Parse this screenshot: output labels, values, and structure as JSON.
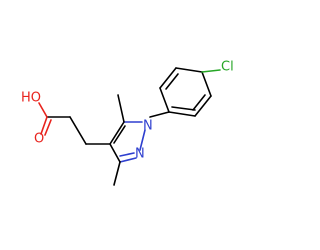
{
  "molecule": {
    "atoms": {
      "hydroxyl": {
        "text": "HO"
      },
      "carbonyl_oxygen": {
        "text": "O"
      },
      "ring_nitrogen_1": {
        "text": "N"
      },
      "ring_nitrogen_2": {
        "text": "N"
      },
      "chlorine": {
        "text": "Cl"
      }
    },
    "colors": {
      "bond": "#000000",
      "oxygen": "#e8231d",
      "nitrogen": "#2e3fcf",
      "chlorine": "#26a626",
      "background": "#ffffff"
    }
  }
}
